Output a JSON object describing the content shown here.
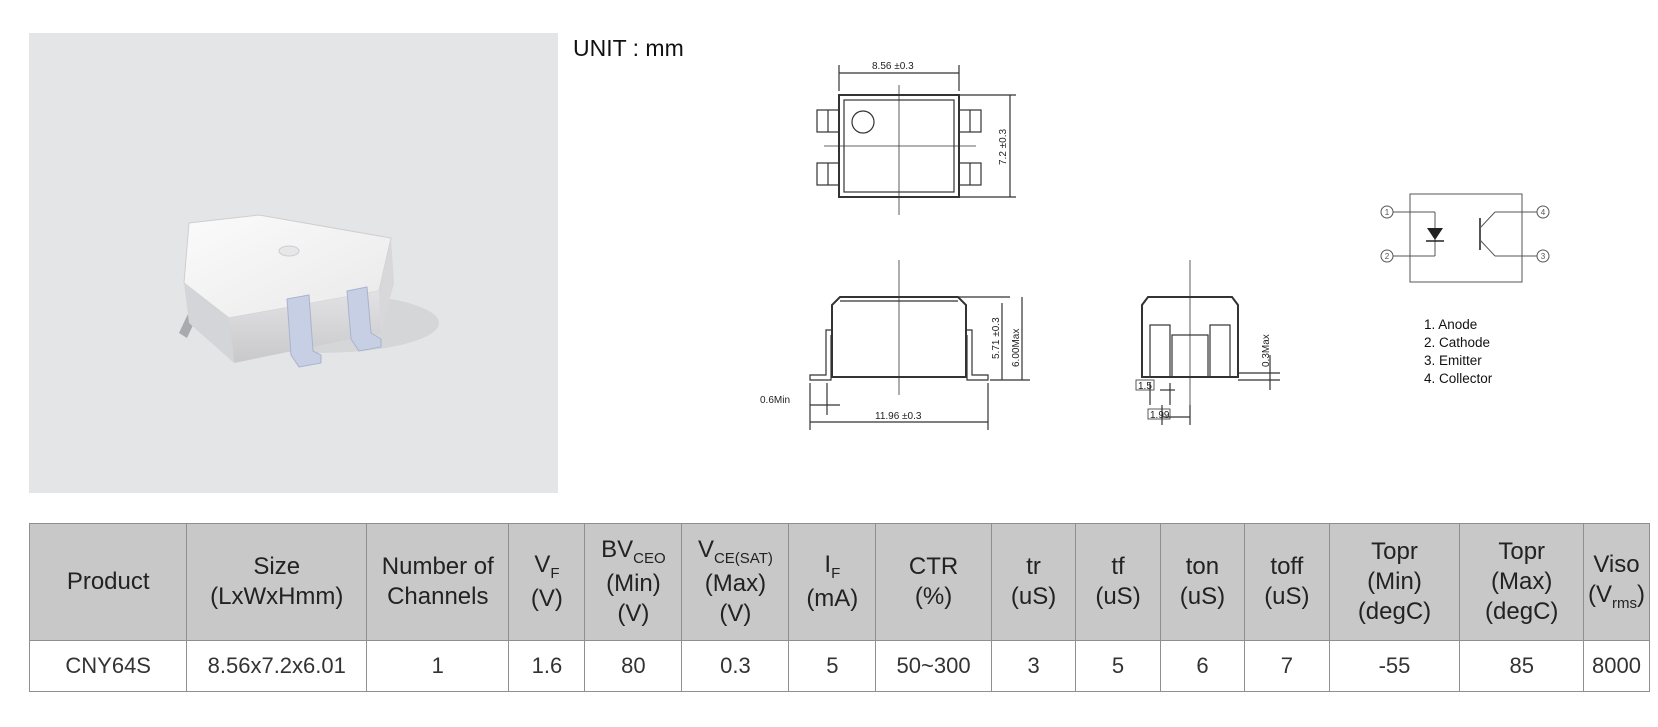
{
  "unit_label": "UNIT : mm",
  "drawing": {
    "top_width": "8.56 ±0.3",
    "top_height": "7.2 ±0.3",
    "body_height": "5.71 ±0.3",
    "max_height": "6.00Max",
    "lead_min": "0.6Min",
    "overall_width": "11.96 ±0.3",
    "side_lead_max": "0.3Max",
    "side_dim_a": "1.5",
    "side_dim_b": "1.99"
  },
  "schematic": {
    "pin_numbers": [
      "1",
      "2",
      "3",
      "4"
    ]
  },
  "pins": [
    "1. Anode",
    "2. Cathode",
    "3. Emitter",
    "4. Collector"
  ],
  "table": {
    "headers": {
      "product": "Product",
      "size_l1": "Size",
      "size_l2": "(LxWxHmm)",
      "channels_l1": "Number of",
      "channels_l2": "Channels",
      "vf_main": "V",
      "vf_sub": "F",
      "vf_unit": "(V)",
      "bv_main": "BV",
      "bv_sub": "CEO",
      "bv_l2": "(Min)",
      "bv_unit": "(V)",
      "vce_main": "V",
      "vce_sub": "CE(SAT)",
      "vce_l2": "(Max)",
      "vce_unit": "(V)",
      "if_main": "I",
      "if_sub": "F",
      "if_unit": "(mA)",
      "ctr": "CTR",
      "ctr_unit": "(%)",
      "tr": "tr",
      "tr_unit": "(uS)",
      "tf": "tf",
      "tf_unit": "(uS)",
      "ton": "ton",
      "ton_unit": "(uS)",
      "toff": "toff",
      "toff_unit": "(uS)",
      "topr_min_l1": "Topr",
      "topr_min_l2": "(Min)",
      "topr_min_l3": "(degC)",
      "topr_max_l1": "Topr",
      "topr_max_l2": "(Max)",
      "topr_max_l3": "(degC)",
      "viso": "Viso",
      "viso_unit_open": "(V",
      "viso_unit_sub": "rms",
      "viso_unit_close": ")"
    },
    "row": {
      "product": "CNY64S",
      "size": "8.56x7.2x6.01",
      "channels": "1",
      "vf": "1.6",
      "bvceo": "80",
      "vcesat": "0.3",
      "if": "5",
      "ctr": "50~300",
      "tr": "3",
      "tf": "5",
      "ton": "6",
      "toff": "7",
      "topr_min": "-55",
      "topr_max": "85",
      "viso": "8000"
    }
  }
}
